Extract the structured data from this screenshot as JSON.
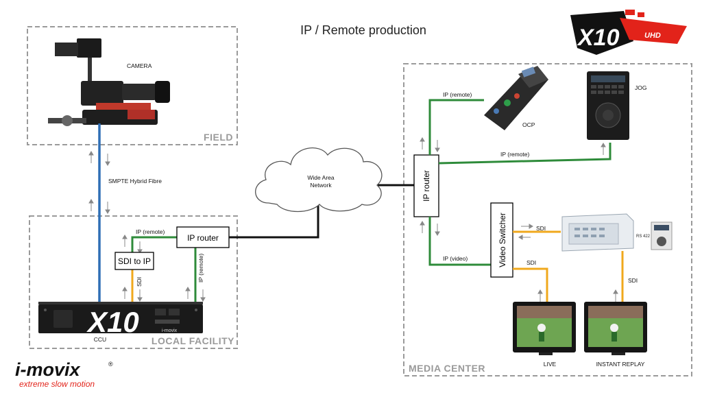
{
  "title": "IP / Remote production",
  "badge": {
    "brand": "X10",
    "sub": "UHD",
    "color": "#e2231a"
  },
  "zones": {
    "field": "FIELD",
    "local_facility": "LOCAL FACILITY",
    "media_center": "MEDIA CENTER"
  },
  "devices": {
    "camera": "CAMERA",
    "ccu": "CCU",
    "ccu_brand": "X10",
    "ccu_maker": "i-movix",
    "ocp": "OCP",
    "jog": "JOG",
    "rs422": "RS 422",
    "live": "LIVE",
    "instant_replay": "INSTANT REPLAY",
    "wan_line1": "Wide Area",
    "wan_line2": "Network"
  },
  "boxes": {
    "ip_router_local": "IP router",
    "sdi_to_ip": "SDI to IP",
    "ip_router_media": "IP router",
    "video_switcher": "Video Switcher"
  },
  "links": {
    "smpte": "SMPTE Hybrid Fibre",
    "ip_remote_local": "IP (remote)",
    "sdi_vertical": "SDI",
    "ip_remote_vertical": "IP (remote)",
    "ip_remote_ocp": "IP (remote)",
    "ip_remote_jog": "IP (remote)",
    "ip_video": "IP (video)",
    "sdi_server": "SDI",
    "sdi_live": "SDI",
    "sdi_replay": "SDI"
  },
  "logo": {
    "brand": "i-movix",
    "registered": "®",
    "tagline": "extreme slow motion",
    "color": "#e2231a"
  },
  "colors": {
    "fibre": "#2f6fb5",
    "ip": "#2e8b3a",
    "sdi": "#f0a81c",
    "network": "#111111",
    "zone_border": "#9a9a9a"
  }
}
